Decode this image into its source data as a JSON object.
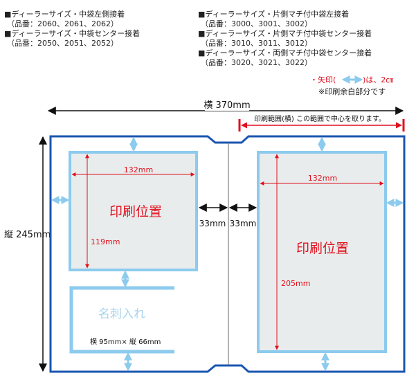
{
  "notes_left": [
    {
      "title": "■ディーラーサイズ・中袋左側接着",
      "sub": "（品番：2060、2061、2062）"
    },
    {
      "title": "■ディーラーサイズ・中袋センター接着",
      "sub": "（品番：2050、2051、2052）"
    }
  ],
  "notes_right": [
    {
      "title": "■ディーラーサイズ・片側マチ付中袋左接着",
      "sub": "（品番：3000、3001、3002）"
    },
    {
      "title": "■ディーラーサイズ・片側マチ付中袋センター接着",
      "sub": "（品番：3010、3011、3012）"
    },
    {
      "title": "■ディーラーサイズ・両側マチ付中袋センター接着",
      "sub": "（品番：3020、3021、3022）"
    }
  ],
  "legend": {
    "arrow_prefix": "・矢印(",
    "arrow_suffix": ")は、2㎝",
    "margin_note": "※印刷余白部分です"
  },
  "dimensions": {
    "width": "横 370mm",
    "height": "縦 245mm",
    "print_range": "印刷範囲(横) この範囲で中心を取ります。",
    "left_area_width": "132mm",
    "left_area_height": "119mm",
    "right_area_width": "132mm",
    "right_area_height": "205mm",
    "gap_left": "33mm",
    "gap_right": "33mm"
  },
  "left_print_label": "印刷位置",
  "right_print_label": "印刷位置",
  "card_pocket": {
    "label": "名刺入れ",
    "size": "横 95mm× 縦 66mm"
  },
  "colors": {
    "outline": "#1a55b0",
    "print_area_border": "#8ccbee",
    "print_area_fill": "#e9ecec",
    "dimension_red": "#e0101e",
    "arrow_blue": "#8ccbee",
    "card_label": "#a8d4ee"
  }
}
